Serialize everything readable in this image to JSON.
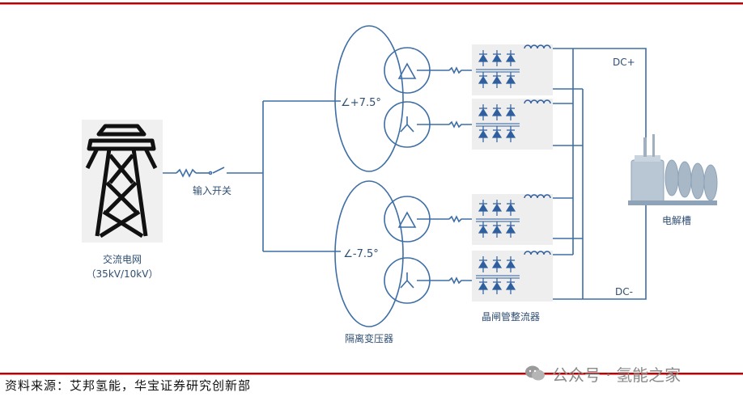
{
  "labels": {
    "grid": "交流电网",
    "grid_voltage": "（35kV/10kV）",
    "switch": "输入开关",
    "transformer": "隔离变压器",
    "phase_plus": "∠+7.5°",
    "phase_minus": "∠-7.5°",
    "rectifier": "晶闸管整流器",
    "dc_plus": "DC+",
    "dc_minus": "DC-",
    "electrolyzer": "电解槽"
  },
  "footer": {
    "source": "资料来源：艾邦氢能，华宝证券研究创新部",
    "watermark": "公众号 · 氢能之家"
  },
  "colors": {
    "top_rule": "#c00000",
    "bottom_rule": "#c00000",
    "wire": "#3d6ea6",
    "panel": "#eeeeee",
    "diode": "#2f5f9e",
    "tower": "#111111"
  },
  "symbols": [
    "transmission-tower-icon",
    "switch-symbol",
    "delta-winding",
    "wye-winding",
    "thyristor-diode",
    "inductor",
    "electrolyzer-icon"
  ]
}
